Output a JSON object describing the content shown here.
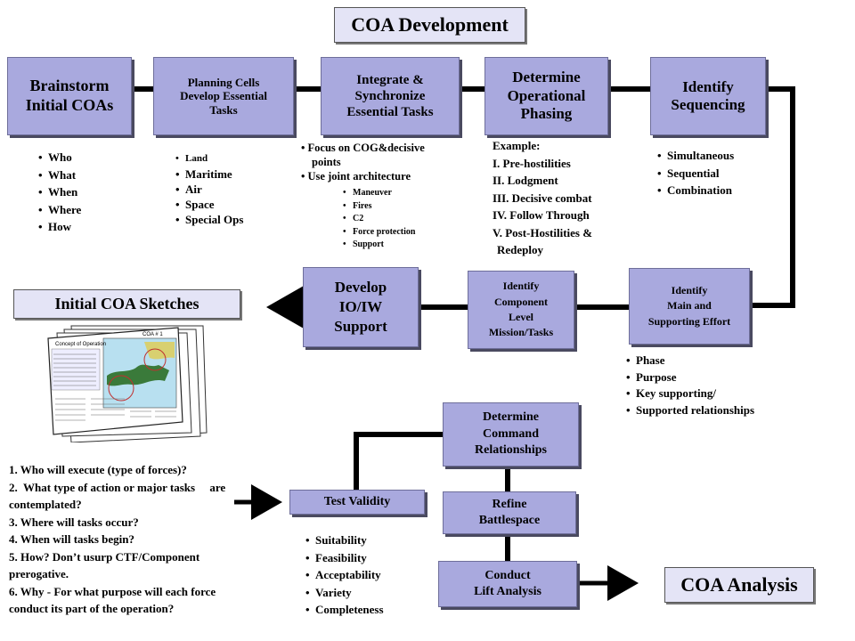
{
  "title": "COA Development",
  "steps": {
    "brainstorm": [
      "Brainstorm",
      "Initial COAs"
    ],
    "planning": [
      "Planning Cells",
      "Develop Essential",
      "Tasks"
    ],
    "integrate": [
      "Integrate &",
      "Synchronize",
      "Essential Tasks"
    ],
    "phasing": [
      "Determine",
      "Operational",
      "Phasing"
    ],
    "sequencing": [
      "Identify",
      "Sequencing"
    ],
    "main_effort": [
      "Identify",
      "Main and",
      "Supporting Effort"
    ],
    "component": [
      "Identify",
      "Component",
      "Level",
      "Mission/Tasks"
    ],
    "io_iw": [
      "Develop",
      "IO/IW",
      "Support"
    ],
    "command": [
      "Determine",
      "Command",
      "Relationships"
    ],
    "battlespace": [
      "Refine",
      "Battlespace"
    ],
    "lift": [
      "Conduct",
      "Lift Analysis"
    ],
    "validity": [
      "Test Validity"
    ]
  },
  "initial_sketches": "Initial COA Sketches",
  "coa_analysis": "COA Analysis",
  "lists": {
    "brainstorm": [
      "Who",
      "What",
      "When",
      "Where",
      "How"
    ],
    "planning": [
      "Land",
      "Maritime",
      "Air",
      "Space",
      "Special Ops"
    ],
    "integrate": [
      "Focus on COG&decisive",
      "points",
      "Use joint architecture"
    ],
    "integrate_sub": [
      "Maneuver",
      "Fires",
      "C2",
      "Force protection",
      "Support"
    ],
    "phasing_example": [
      "Example:",
      "I. Pre-hostilities",
      "II. Lodgment",
      "III. Decisive combat",
      "IV. Follow Through",
      "V. Post-Hostilities  &",
      "Redeploy"
    ],
    "sequencing": [
      "Simultaneous",
      "Sequential",
      "Combination"
    ],
    "main_effort": [
      "Phase",
      "Purpose",
      "Key supporting/",
      "Supported relationships"
    ],
    "validity": [
      "Suitability",
      "Feasibility",
      "Acceptability",
      "Variety",
      "Completeness"
    ]
  },
  "questions": [
    "1.  Who will execute (type of forces)?",
    "2.  What type of action or major tasks     are",
    "contemplated?",
    "3.  Where will tasks occur?",
    "4.  When will tasks begin?",
    "5.  How? Don’t usurp CTF/Component",
    "prerogative.",
    "6.  Why - For what purpose will each force",
    "conduct its part of the operation?"
  ],
  "sketch": {
    "doc_title": "Concept of Operation",
    "map_title": "COA # 1"
  }
}
